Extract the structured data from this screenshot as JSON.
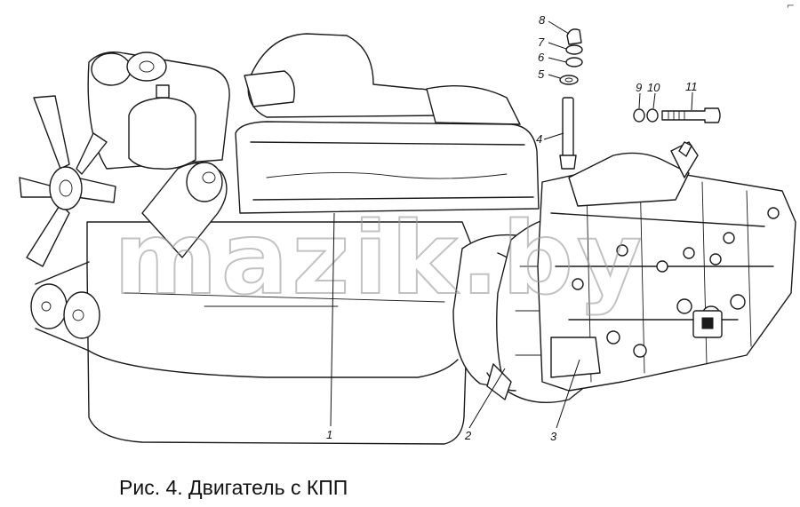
{
  "figure": {
    "caption": "Рис. 4. Двигатель с КПП",
    "corner_mark": "⌐"
  },
  "watermark": {
    "text": "mazik.by"
  },
  "callouts": [
    {
      "id": "1",
      "label": "1"
    },
    {
      "id": "2",
      "label": "2"
    },
    {
      "id": "3",
      "label": "3"
    },
    {
      "id": "4",
      "label": "4"
    },
    {
      "id": "5",
      "label": "5"
    },
    {
      "id": "6",
      "label": "6"
    },
    {
      "id": "7",
      "label": "7"
    },
    {
      "id": "8",
      "label": "8"
    },
    {
      "id": "9",
      "label": "9"
    },
    {
      "id": "10",
      "label": "10"
    },
    {
      "id": "11",
      "label": "11"
    }
  ]
}
